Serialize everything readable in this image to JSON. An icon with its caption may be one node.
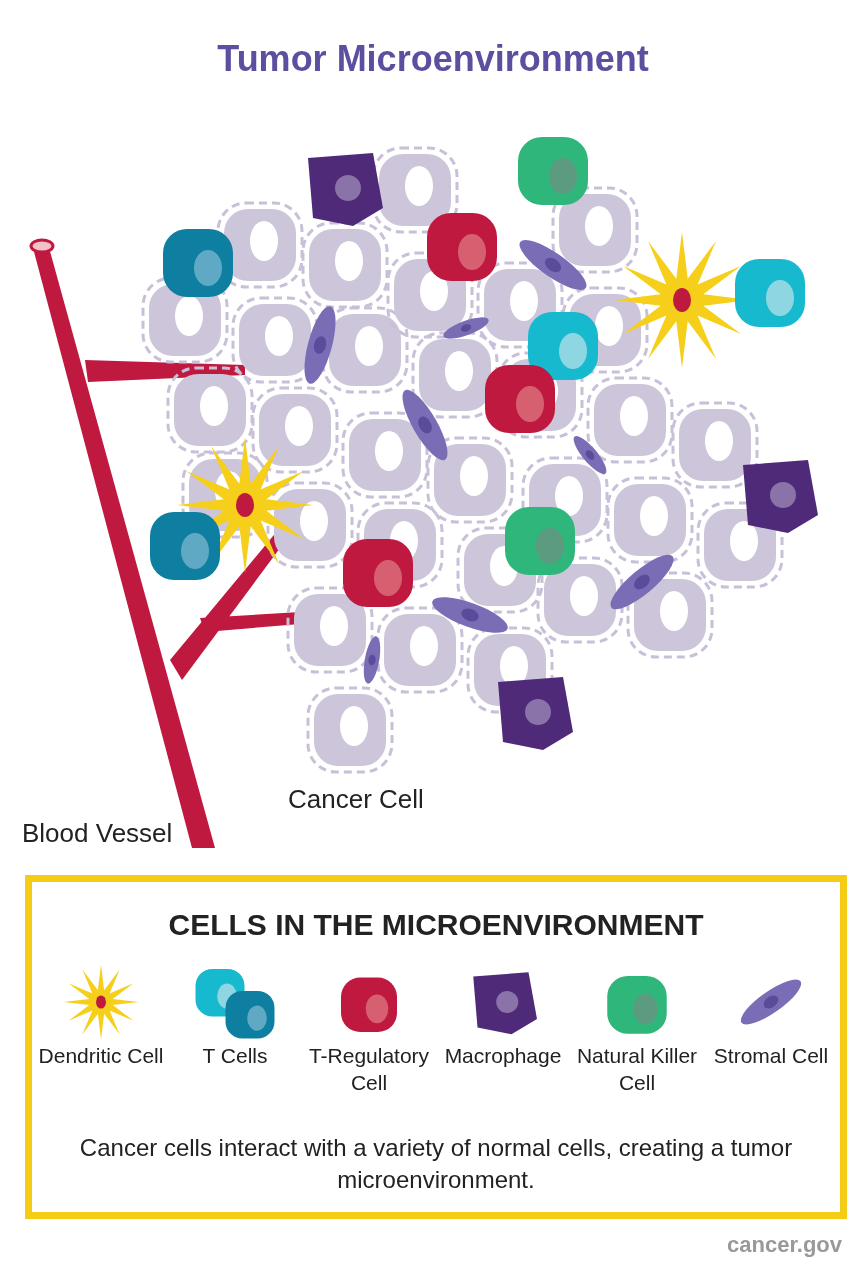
{
  "diagram": {
    "title": "Tumor Microenvironment",
    "caption": "Cancer cells interact with a variety of normal cells, creating a tumor microenvironment.",
    "labels": [
      "Cancer Cell",
      "Blood Vessel",
      "CELLS IN THE MICROENVIRONMENT",
      "cancer.gov"
    ],
    "legend": [
      {
        "text": "Dendritic Cell"
      },
      {
        "text": "T Cells"
      },
      {
        "text": "T-Regulatory Cell"
      },
      {
        "text": "Macrophage"
      },
      {
        "text": "Natural Killer Cell"
      },
      {
        "text": "Stromal Cell"
      }
    ]
  }
}
